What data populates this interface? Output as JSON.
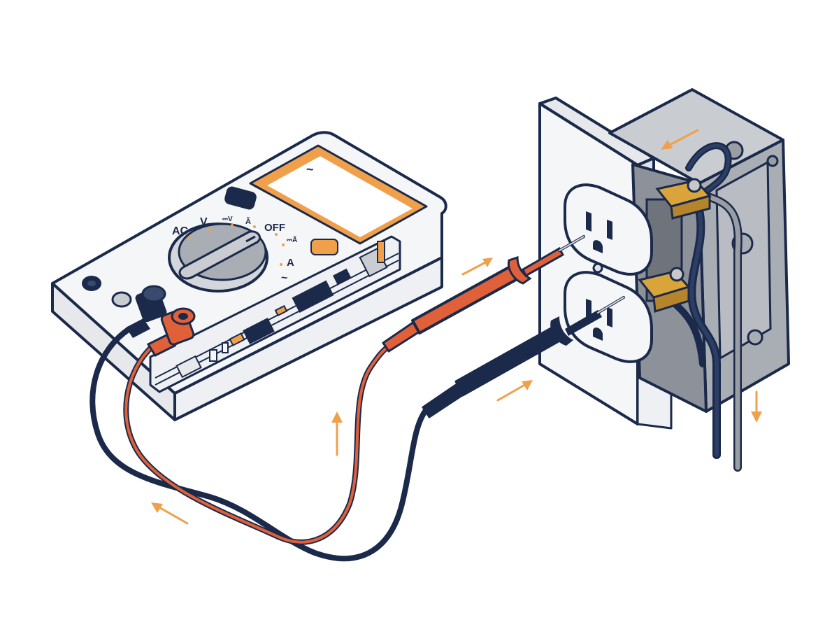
{
  "colors": {
    "navy": "#1b2a4a",
    "orange": "#f0a04b",
    "red_probe": "#e0603a",
    "body_light": "#f5f6f8",
    "body_shade": "#e6e8ec",
    "box_gray": "#a9adb4",
    "box_dark": "#8d9199",
    "brass": "#d9a53a",
    "wire_gray": "#9a9da3"
  },
  "meter": {
    "dial_labels": {
      "ac": "AC",
      "v": "V",
      "dcv": "⎓V",
      "acv": "Ã",
      "off": "OFF",
      "dca": "⎓Ã",
      "a": "A",
      "tilde": "~"
    },
    "display_symbol": "~"
  },
  "icons": {
    "flow_arrow": "arrow-icon",
    "dial": "rotary-dial-icon"
  }
}
